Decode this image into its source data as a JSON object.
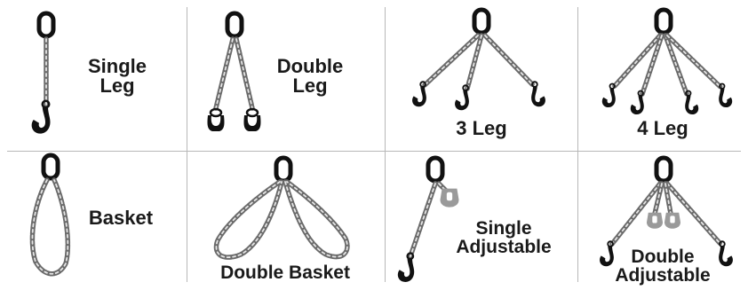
{
  "cells": [
    {
      "id": "single-leg",
      "label_lines": [
        "Single",
        "Leg"
      ]
    },
    {
      "id": "double-leg",
      "label_lines": [
        "Double",
        "Leg"
      ]
    },
    {
      "id": "three-leg",
      "label_lines": [
        "3 Leg"
      ]
    },
    {
      "id": "four-leg",
      "label_lines": [
        "4 Leg"
      ]
    },
    {
      "id": "basket",
      "label_lines": [
        "Basket"
      ]
    },
    {
      "id": "double-basket",
      "label_lines": [
        "Double Basket"
      ]
    },
    {
      "id": "single-adjustable",
      "label_lines": [
        "Single",
        "Adjustable"
      ]
    },
    {
      "id": "double-adjustable",
      "label_lines": [
        "Double",
        "Adjustable"
      ]
    }
  ],
  "colors": {
    "chain": "#6a6a6a",
    "chain_highlight": "#e6e6e6",
    "hardware": "#111111",
    "grab_hook": "#9a9a9a",
    "text": "#1a1a1a",
    "divider": "#b8b8b8"
  },
  "icons": [
    "master-link-icon",
    "chain-icon",
    "sling-hook-icon",
    "grab-hook-icon"
  ]
}
